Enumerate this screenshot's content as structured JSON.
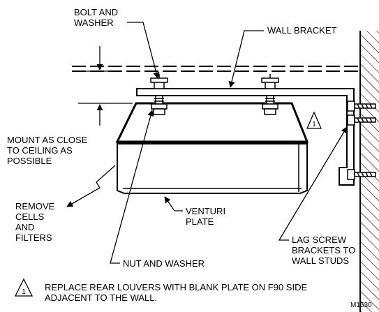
{
  "labels": {
    "bolt_washer": [
      "BOLT AND",
      "WASHER"
    ],
    "wall_bracket": [
      "WALL BRACKET"
    ],
    "mount_close": [
      "MOUNT AS CLOSE",
      "TO CEILING AS",
      "POSSIBLE"
    ],
    "remove_cells": [
      "REMOVE",
      "CELLS",
      "AND",
      "FILTERS"
    ],
    "venturi_plate": [
      "VENTURI",
      "PLATE"
    ],
    "lag_screw": [
      "LAG SCREW",
      "BRACKETS TO",
      "WALL STUDS"
    ],
    "nut_washer": [
      "NUT AND WASHER"
    ]
  },
  "callout": {
    "number": "1"
  },
  "note": {
    "number": "1",
    "lines": [
      "REPLACE REAR LOUVERS WITH BLANK PLATE ON F90 SIDE",
      "ADJACENT TO THE WALL."
    ]
  },
  "figure_id": "M1530"
}
